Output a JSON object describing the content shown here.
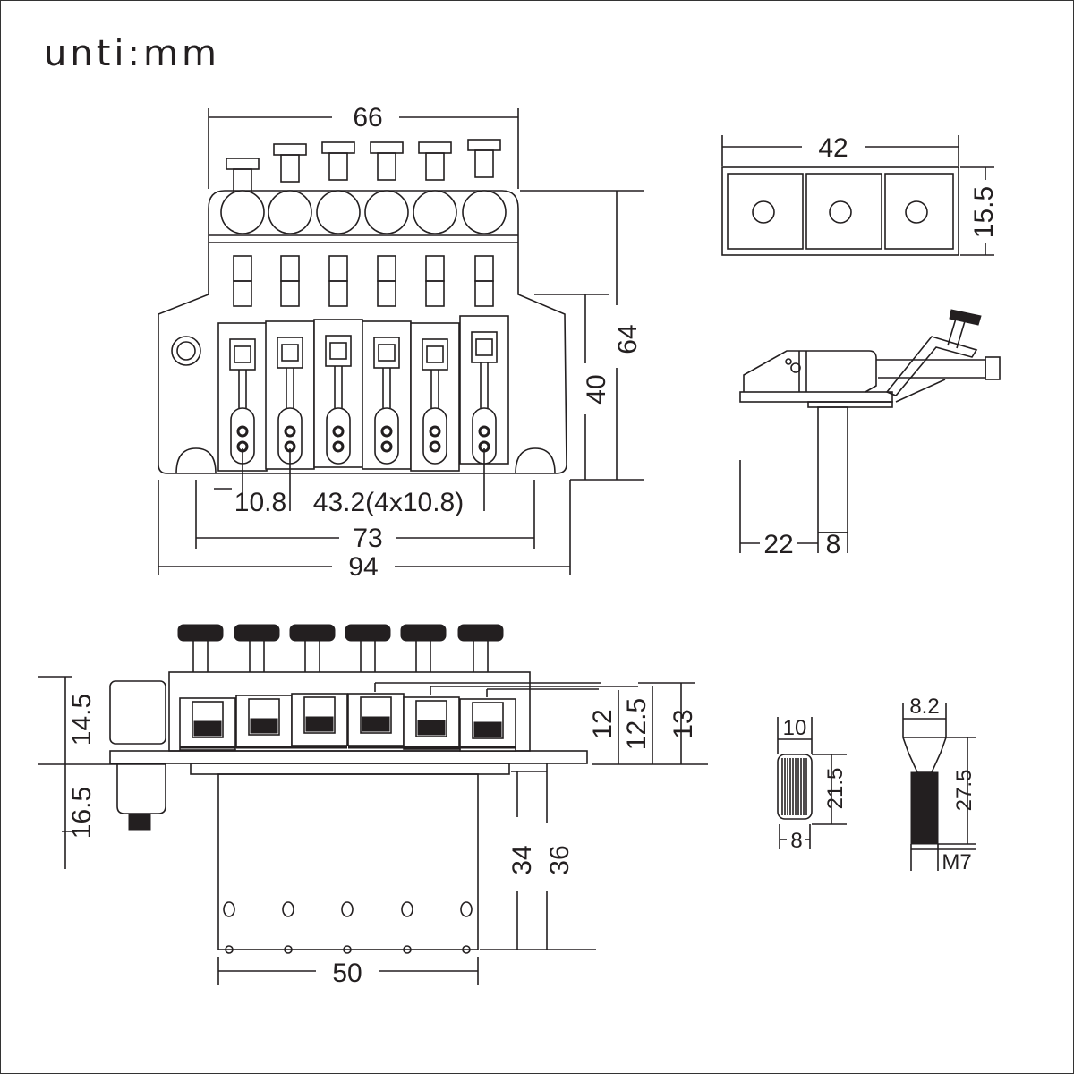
{
  "unit_label": "unti:mm",
  "top_view": {
    "width_66": "66",
    "height_64": "64",
    "height_40": "40",
    "spacing_first": "10.8",
    "spacing_total": "43.2(4x10.8)",
    "width_73": "73",
    "width_94": "94"
  },
  "nut_clamp": {
    "width": "42",
    "height": "15.5"
  },
  "side_view": {
    "offset": "22",
    "block_width": "8"
  },
  "front_view": {
    "fine_tuner_height": "14.5",
    "post_height": "16.5",
    "saddle_12": "12",
    "saddle_12_5": "12.5",
    "saddle_13": "13",
    "block_34": "34",
    "block_36": "36",
    "block_width": "50"
  },
  "knob": {
    "diameter": "10",
    "height": "21.5",
    "base": "8"
  },
  "screw": {
    "head": "8.2",
    "length": "27.5",
    "thread": "M7"
  }
}
